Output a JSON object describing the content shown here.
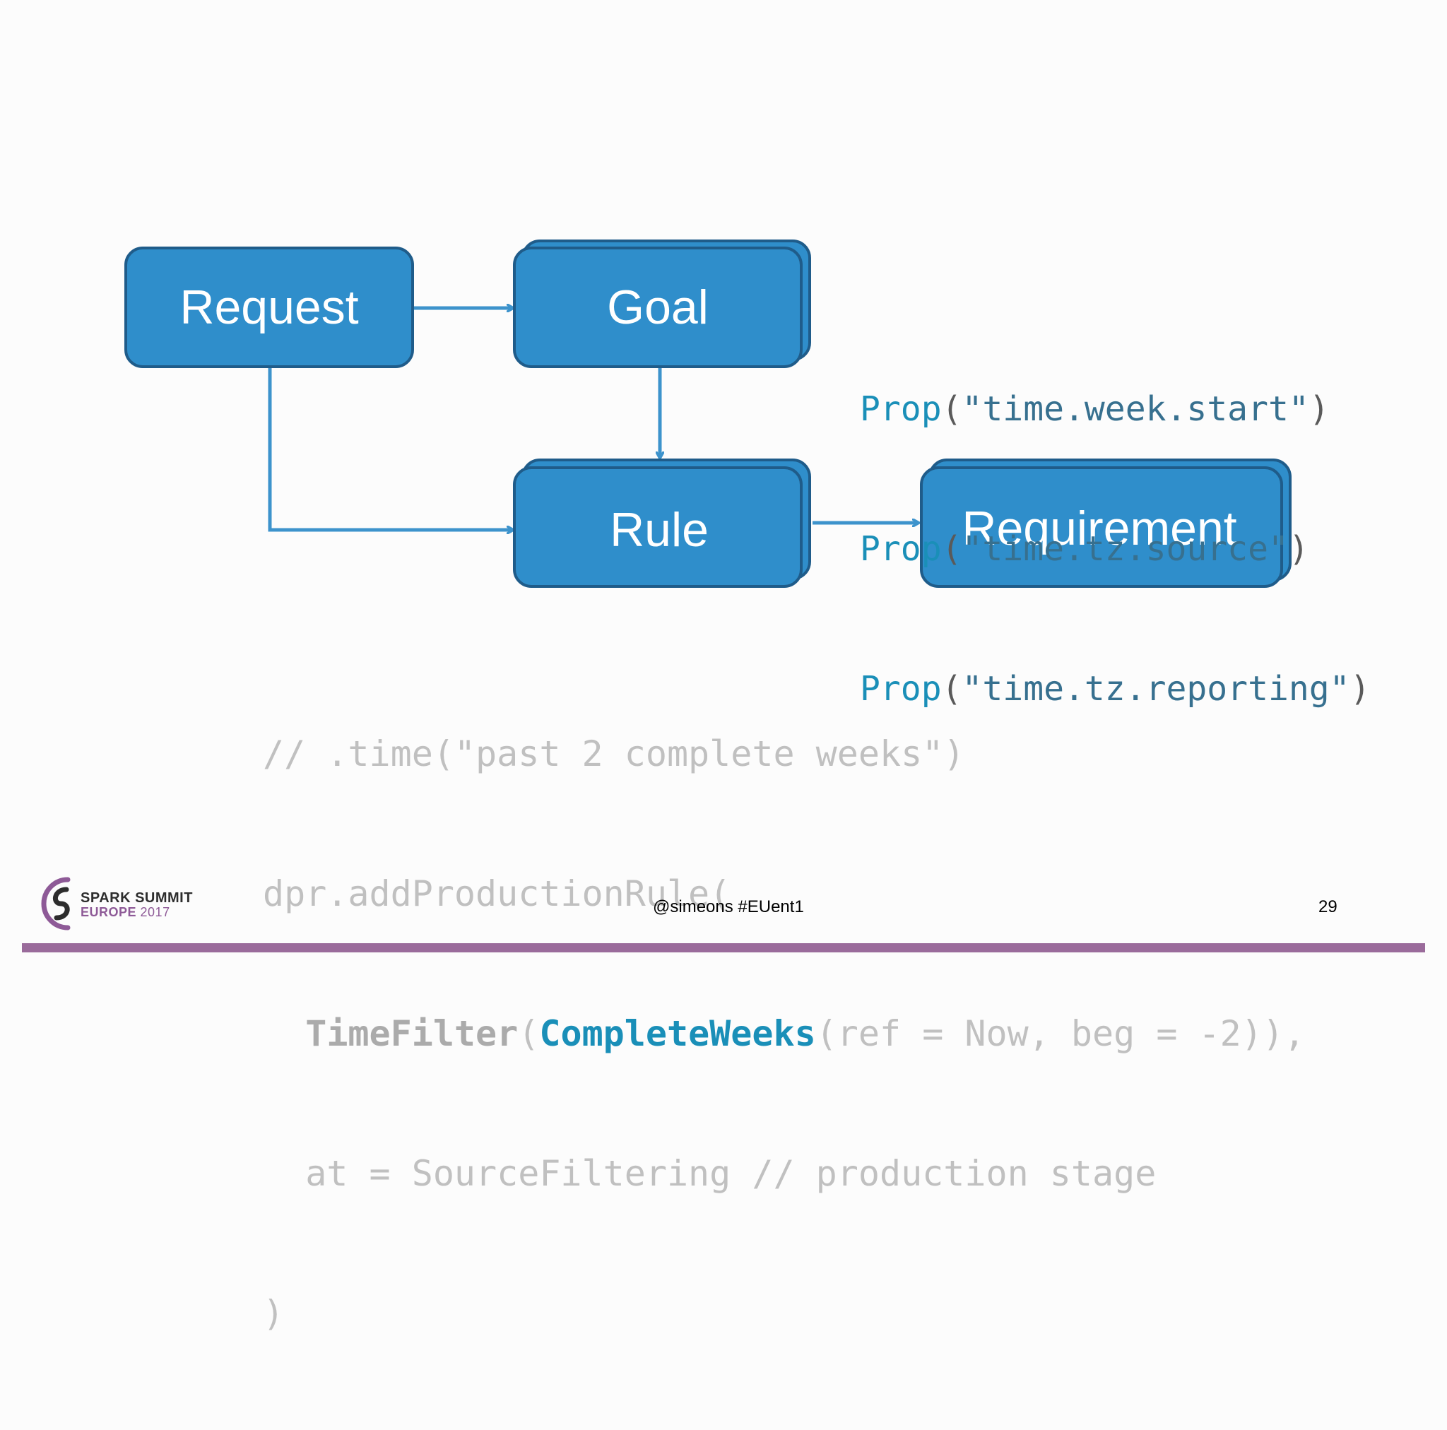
{
  "diagram": {
    "nodes": {
      "request": "Request",
      "goal": "Goal",
      "rule": "Rule",
      "requirement": "Requirement"
    },
    "colors": {
      "node_fill": "#2f8ecb",
      "node_border": "#1f5c8a",
      "arrow": "#3d93cc"
    }
  },
  "props": [
    {
      "fn": "Prop",
      "open": "(",
      "arg": "\"time.week.start\"",
      "close": ")"
    },
    {
      "fn": "Prop",
      "open": "(",
      "arg": "\"time.tz.source\"",
      "close": ")"
    },
    {
      "fn": "Prop",
      "open": "(",
      "arg": "\"time.tz.reporting\"",
      "close": ")"
    }
  ],
  "code": {
    "line1": "// .time(\"past 2 complete weeks\")",
    "line2": "dpr.addProductionRule(",
    "line3_indent": "  ",
    "line3_fn": "TimeFilter",
    "line3_open": "(",
    "line3_highlight": "CompleteWeeks",
    "line3_rest": "(ref = Now, beg = -2)),",
    "line4": "  at = SourceFiltering // production stage",
    "line5": ")"
  },
  "footer": {
    "logo_title": "SPARK SUMMIT",
    "logo_sub_bold": "EUROPE",
    "logo_sub_year": " 2017",
    "handle": "@simeons #EUent1",
    "page_number": "29",
    "bar_color": "#9a6b9b"
  }
}
